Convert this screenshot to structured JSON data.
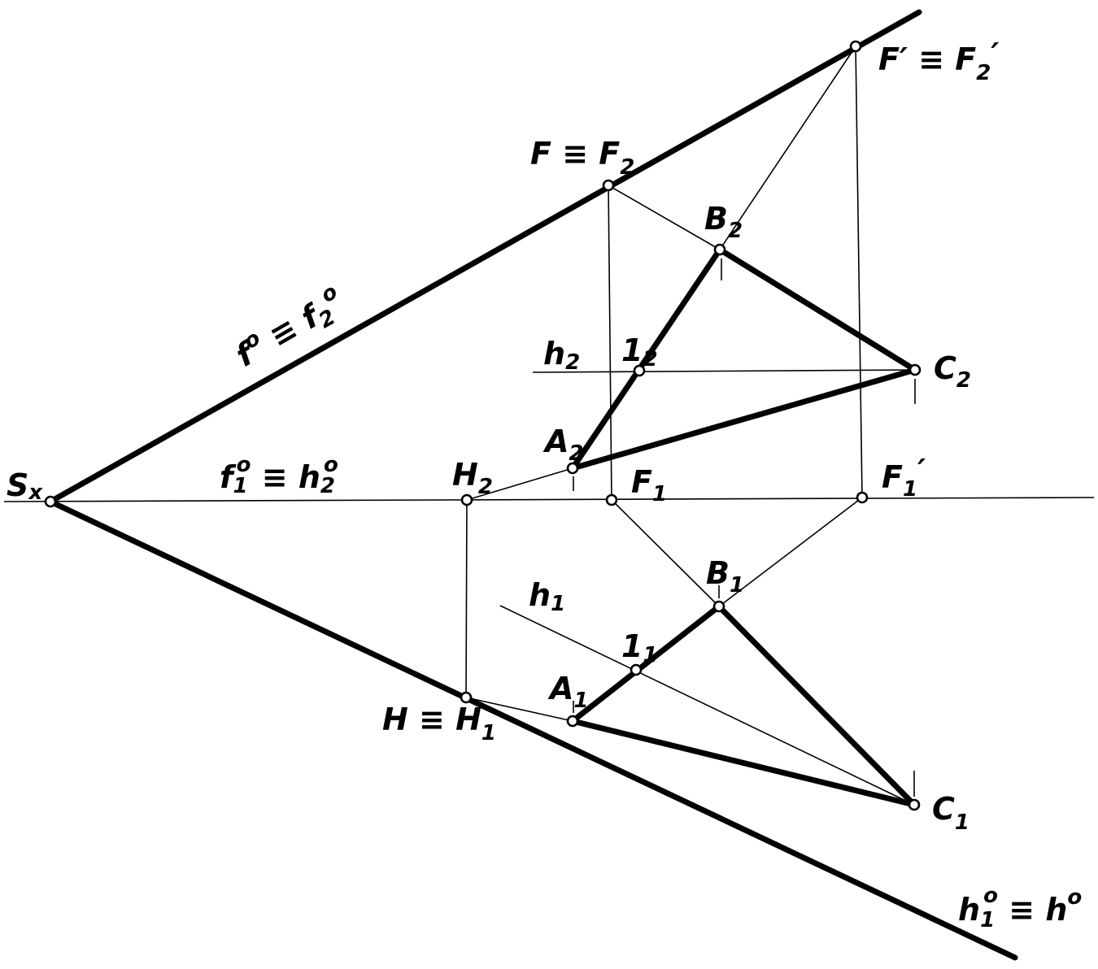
{
  "labels": {
    "Sx": {
      "main": "S",
      "sub": "x"
    },
    "F_F2": {
      "main": "F ≡ F",
      "sub": "2"
    },
    "Fp_F2p": {
      "main": "F′ ≡ F",
      "sub": "2",
      "tail": "′"
    },
    "B2": {
      "main": "B",
      "sub": "2"
    },
    "C2": {
      "main": "C",
      "sub": "2"
    },
    "h2": {
      "main": "h",
      "sub": "2"
    },
    "p12": {
      "main": "1",
      "sub": "2"
    },
    "A2": {
      "main": "A",
      "sub": "2"
    },
    "f2_line": {
      "main": "f",
      "sup": "o",
      "mid": " ≡ f",
      "sub": "2",
      "sup2": "o"
    },
    "f1_line": {
      "main": "f",
      "sub": "1",
      "sup": "o",
      "mid": " ≡ h",
      "sub2": "2",
      "sup2": "o"
    },
    "H2": {
      "main": "H",
      "sub": "2"
    },
    "F1": {
      "main": "F",
      "sub": "1"
    },
    "F1p": {
      "main": "F",
      "sub": "1",
      "tail": "′"
    },
    "B1": {
      "main": "B",
      "sub": "1"
    },
    "h1": {
      "main": "h",
      "sub": "1"
    },
    "p11": {
      "main": "1",
      "sub": "1"
    },
    "A1": {
      "main": "A",
      "sub": "1"
    },
    "H_H1": {
      "main": "H ≡ H",
      "sub": "1"
    },
    "C1": {
      "main": "C",
      "sub": "1"
    },
    "h1_line": {
      "main": "h",
      "sub": "1",
      "sup": "o",
      "mid": " ≡ h",
      "sup2": "o"
    }
  }
}
